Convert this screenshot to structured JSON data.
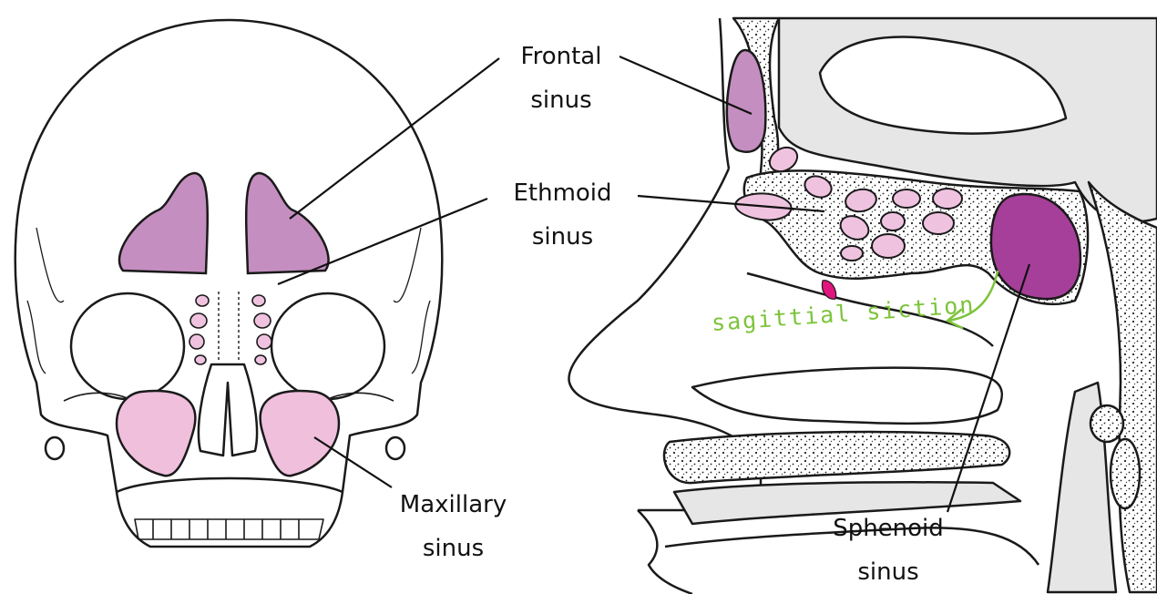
{
  "labels": {
    "frontal": {
      "line1": "Frontal",
      "line2": "sinus"
    },
    "ethmoid": {
      "line1": "Ethmoid",
      "line2": "sinus"
    },
    "maxillary": {
      "line1": "Maxillary",
      "line2": "sinus"
    },
    "sphenoid": {
      "line1": "Sphenoid",
      "line2": "sinus"
    }
  },
  "annotation": "sagittial siction",
  "colors": {
    "frontal_fill": "#c58ec0",
    "ethmoid_fill": "#efc3e0",
    "maxillary_fill": "#efbfdc",
    "sphenoid_fill": "#a63f99",
    "accent_spot": "#e0157f",
    "annotation_ink": "#7cc43a",
    "outline": "#1a1a1a",
    "bone_shade": "#e6e6e6"
  }
}
